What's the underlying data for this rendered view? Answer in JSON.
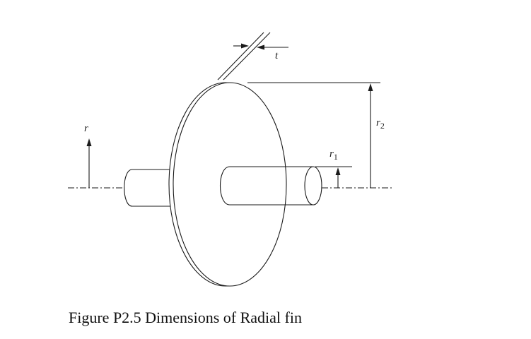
{
  "labels": {
    "r": "r",
    "r1_main": "r",
    "r1_sub": "1",
    "r2_main": "r",
    "r2_sub": "2",
    "t": "t"
  },
  "caption": "Figure P2.5 Dimensions of Radial fin"
}
